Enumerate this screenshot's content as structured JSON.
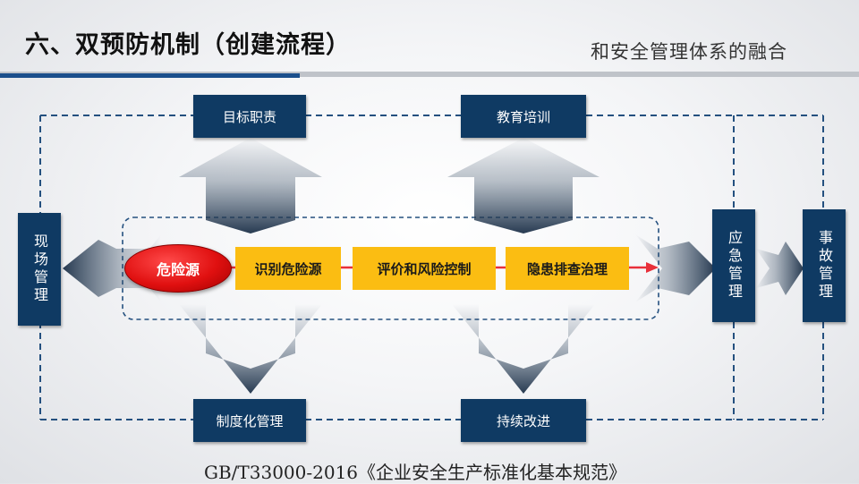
{
  "header": {
    "title": "六、双预防机制（创建流程）",
    "subtitle": "和安全管理体系的融合"
  },
  "diagram": {
    "top_nodes": [
      "目标职责",
      "教育培训"
    ],
    "bottom_nodes": [
      "制度化管理",
      "持续改进"
    ],
    "left_node": "现场管理",
    "right_nodes": [
      "应急管理",
      "事故管理"
    ],
    "hazard_label": "危险源",
    "steps": [
      "识别危险源",
      "评价和风险控制",
      "隐患排查治理"
    ],
    "colors": {
      "node_fill": "#0f3a63",
      "step_fill": "#fbbd12",
      "hazard_fill": "#e01010",
      "arrow_red": "#e8303a",
      "dashed_line": "#24507f",
      "header_blue": "#1b4f8c"
    }
  },
  "footer": {
    "citation": "GB/T33000-2016《企业安全生产标准化基本规范》"
  }
}
